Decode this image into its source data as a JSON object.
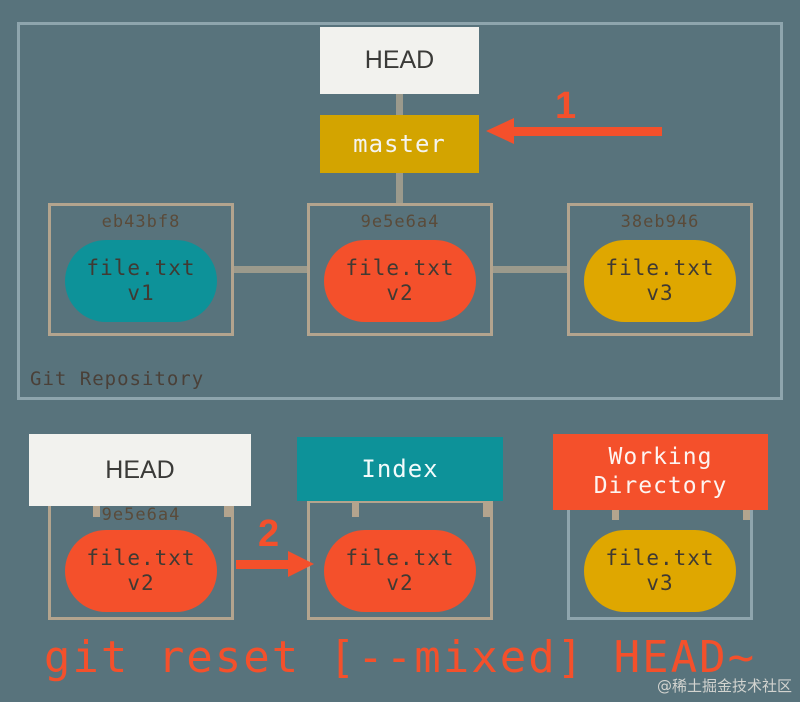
{
  "background_color": "#58737c",
  "repository": {
    "label": "Git Repository",
    "head_label": "HEAD",
    "branch_label": "master",
    "branch_color": "#d3a400",
    "commits": [
      {
        "hash": "eb43bf8",
        "file": "file.txt",
        "version": "v1",
        "color": "#0d9299"
      },
      {
        "hash": "9e5e6a4",
        "file": "file.txt",
        "version": "v2",
        "color": "#f4502b"
      },
      {
        "hash": "38eb946",
        "file": "file.txt",
        "version": "v3",
        "color": "#dfa700"
      }
    ]
  },
  "areas": [
    {
      "title": "HEAD",
      "title_color": "#f2f2ee",
      "hash": "9e5e6a4",
      "file": "file.txt",
      "version": "v2",
      "blob_color": "#f4502b"
    },
    {
      "title": "Index",
      "title_color": "#0d9299",
      "hash": "",
      "file": "file.txt",
      "version": "v2",
      "blob_color": "#f4502b"
    },
    {
      "title_line1": "Working",
      "title_line2": "Directory",
      "title_color": "#f4502b",
      "hash": "",
      "file": "file.txt",
      "version": "v3",
      "blob_color": "#dfa700"
    }
  ],
  "annotations": {
    "arrow_1_number": "1",
    "arrow_2_number": "2",
    "arrow_color": "#f4502b"
  },
  "command": "git reset [--mixed] HEAD~",
  "watermark": "@稀土掘金技术社区"
}
